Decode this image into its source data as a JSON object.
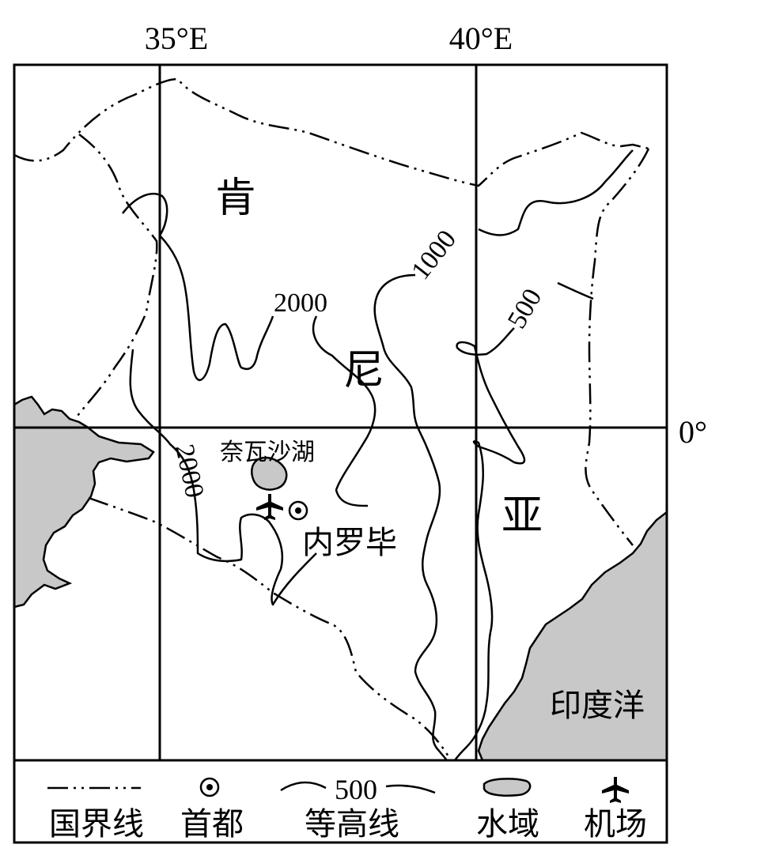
{
  "coordinates": {
    "lon_35": "35°E",
    "lon_40": "40°E",
    "equator": "0°"
  },
  "country_name": {
    "char1": "肯",
    "char2": "尼",
    "char3": "亚"
  },
  "places": {
    "lake": "奈瓦沙湖",
    "capital": "内罗毕",
    "ocean": "印度洋"
  },
  "contour_labels": {
    "c2000_north": "2000",
    "c2000_south": "2000",
    "c1000": "1000",
    "c500": "500"
  },
  "legend": {
    "border": "国界线",
    "capital": "首都",
    "contour": "等高线",
    "contour_sample": "500",
    "water": "水域",
    "airport": "机场"
  },
  "colors": {
    "water": "#c8c8c8",
    "ink": "#000000"
  }
}
